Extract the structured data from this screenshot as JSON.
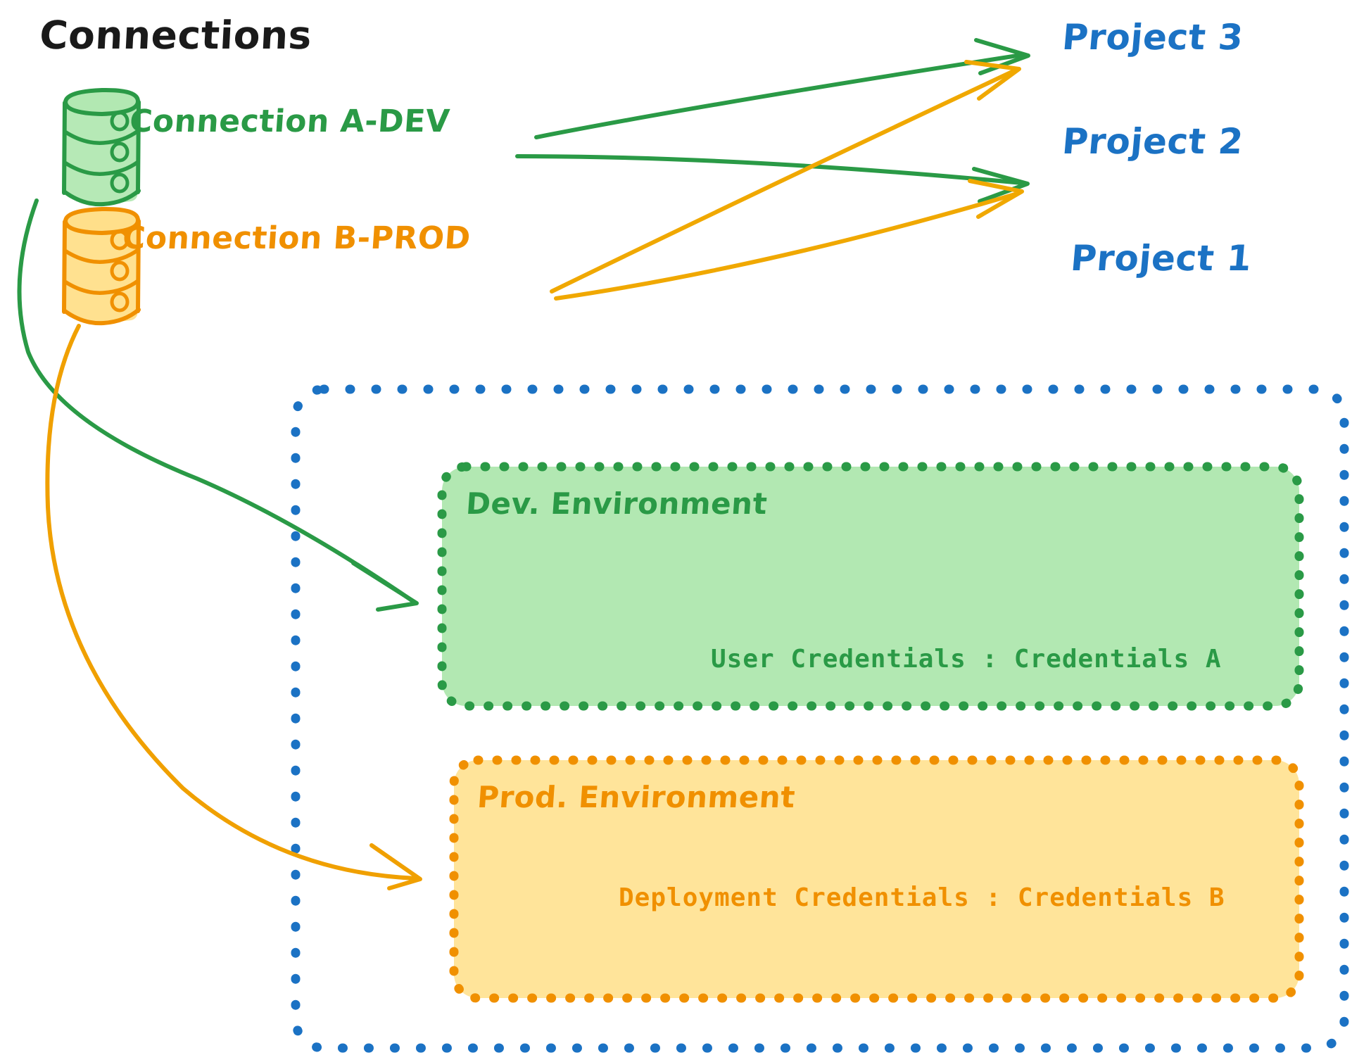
{
  "diagram": {
    "title": "Connections",
    "type": "architecture-diagram",
    "background": "#ffffff"
  },
  "connections": {
    "heading": "Connections",
    "items": [
      {
        "id": "connection-a-dev",
        "label": "Connection A-DEV",
        "icon": "database-cylinder-icon",
        "color": "#2a9a46",
        "fill": "#b2e8b2",
        "targets": [
          "Project 3",
          "Project 2",
          "Dev. Environment"
        ]
      },
      {
        "id": "connection-b-prod",
        "label": "Connection B-PROD",
        "icon": "database-cylinder-icon",
        "color": "#f09000",
        "fill": "#ffdf8a",
        "targets": [
          "Project 3",
          "Project 2",
          "Prod. Environment"
        ]
      }
    ]
  },
  "projects": [
    {
      "id": "project-3",
      "label": "Project 3",
      "color": "#1b72c4"
    },
    {
      "id": "project-2",
      "label": "Project 2",
      "color": "#1b72c4"
    },
    {
      "id": "project-1",
      "label": "Project 1",
      "color": "#1b72c4"
    }
  ],
  "project_1": {
    "label": "Project 1",
    "border_color": "#1b72c4",
    "border_style": "dotted",
    "environments": [
      {
        "id": "dev-environment",
        "label": "Dev. Environment",
        "credentials_key": "User Credentials",
        "credentials_value": "Credentials A",
        "credentials_line": "User Credentials : Credentials A",
        "color": "#2a9a46",
        "fill": "#b2e8b2"
      },
      {
        "id": "prod-environment",
        "label": "Prod. Environment",
        "credentials_key": "Deployment Credentials",
        "credentials_value": "Credentials B",
        "credentials_line": "Deployment Credentials : Credentials B",
        "color": "#f09000",
        "fill": "#ffe49a"
      }
    ]
  },
  "colors": {
    "green_stroke": "#2a9a46",
    "green_fill": "#b2e8b2",
    "orange_stroke": "#f09000",
    "orange_fill": "#ffdf8a",
    "blue_stroke": "#1b72c4",
    "black_text": "#1a1a1a"
  },
  "edges": [
    {
      "from": "connection-a-dev",
      "to": "project-3",
      "color": "#2a9a46"
    },
    {
      "from": "connection-a-dev",
      "to": "project-2",
      "color": "#2a9a46"
    },
    {
      "from": "connection-a-dev",
      "to": "dev-environment",
      "color": "#2a9a46"
    },
    {
      "from": "connection-b-prod",
      "to": "project-3",
      "color": "#f0a800"
    },
    {
      "from": "connection-b-prod",
      "to": "project-2",
      "color": "#f0a800"
    },
    {
      "from": "connection-b-prod",
      "to": "prod-environment",
      "color": "#f09000"
    }
  ]
}
